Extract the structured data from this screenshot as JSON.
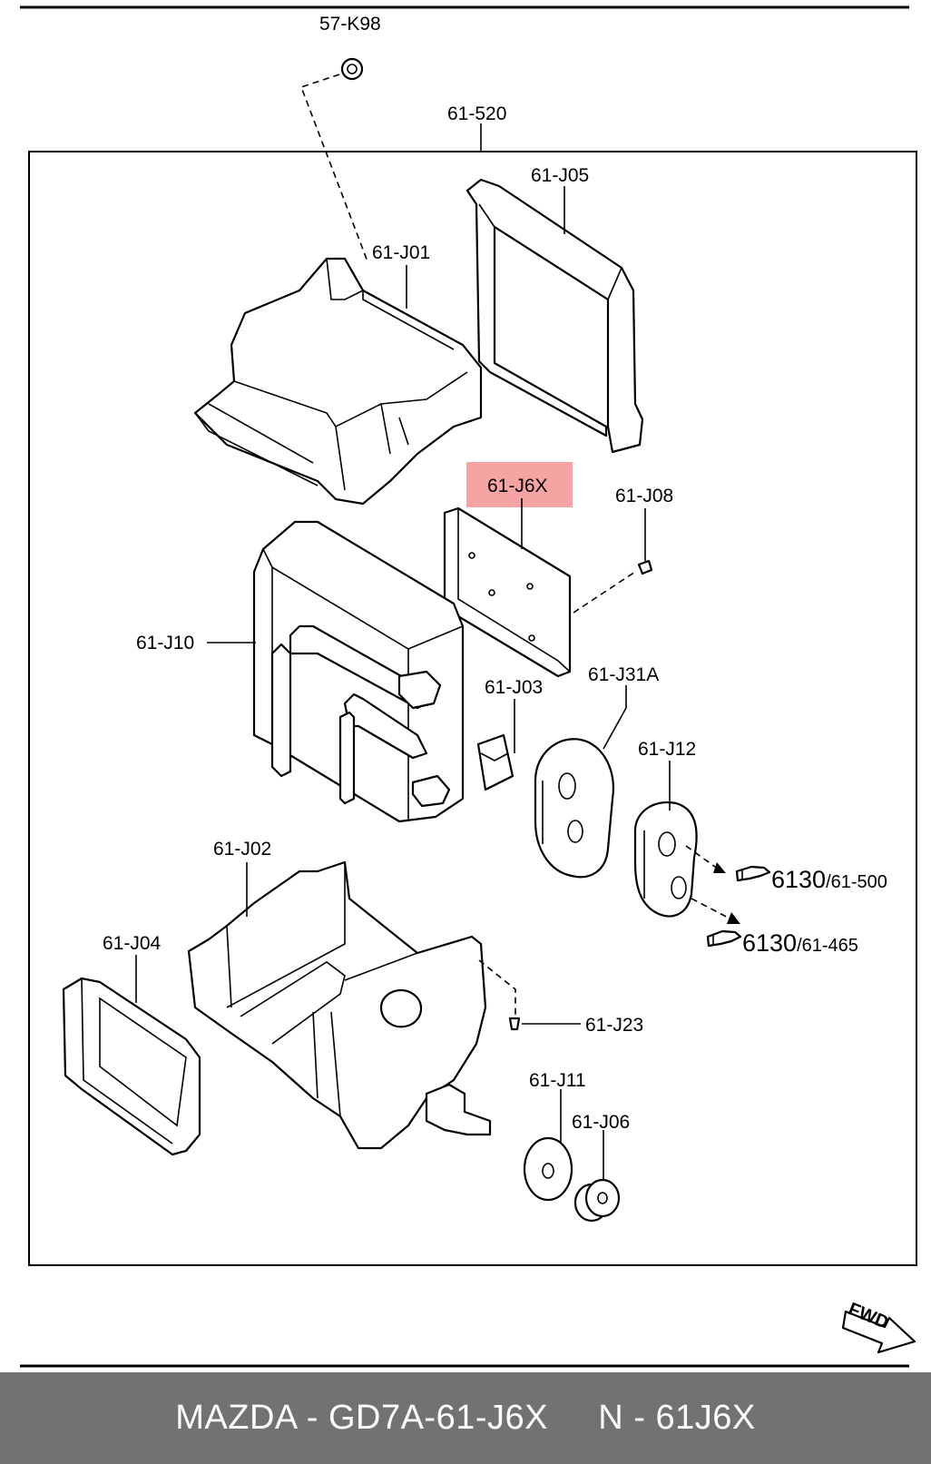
{
  "labels": {
    "k98": "57-K98",
    "assy": "61-520",
    "j05": "61-J05",
    "j01": "61-J01",
    "j6x": "61-J6X",
    "j08": "61-J08",
    "j10": "61-J10",
    "j03": "61-J03",
    "j31a": "61-J31A",
    "j12": "61-J12",
    "j02": "61-J02",
    "j04": "61-J04",
    "j23": "61-J23",
    "j11": "61-J11",
    "j06": "61-J06"
  },
  "refs": [
    {
      "num": "6130",
      "sub": "/61-500"
    },
    {
      "num": "6130",
      "sub": "/61-465"
    }
  ],
  "fwd": "FWD",
  "highlight_color": "#f6a3a3",
  "footer": {
    "text": "MAZDA - GD7A-61-J6X     N - 61J6X"
  }
}
